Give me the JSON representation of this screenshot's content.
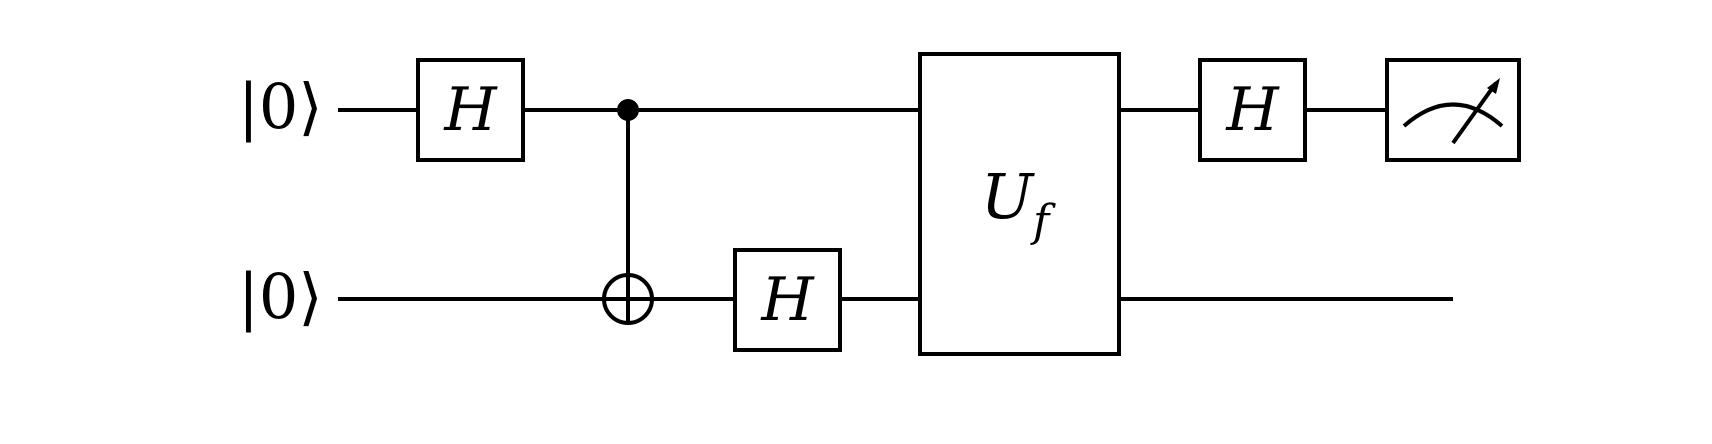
{
  "qubits": [
    {
      "label": "|0⟩"
    },
    {
      "label": "|0⟩"
    }
  ],
  "gates": {
    "h1": {
      "label": "H"
    },
    "h2": {
      "label": "H"
    },
    "h3": {
      "label": "H"
    },
    "oracle": {
      "label": "U",
      "subscript": "f"
    }
  },
  "colors": {
    "line": "#000000",
    "background": "#ffffff"
  }
}
